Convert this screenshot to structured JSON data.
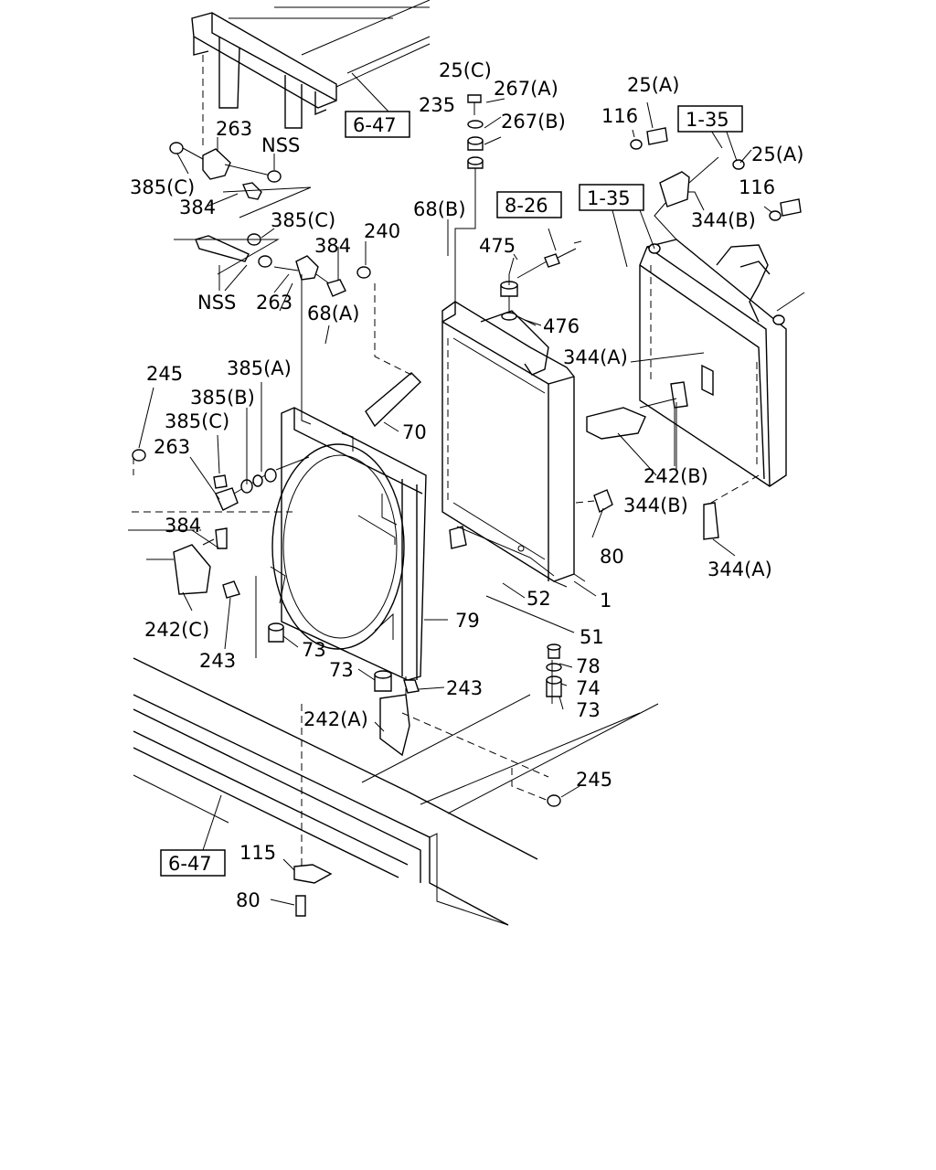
{
  "labels": [
    {
      "id": "p25c",
      "text": "25(C)"
    },
    {
      "id": "p267a",
      "text": "267(A)"
    },
    {
      "id": "p235",
      "text": "235"
    },
    {
      "id": "p267b",
      "text": "267(B)"
    },
    {
      "id": "p25a_1",
      "text": "25(A)"
    },
    {
      "id": "p116_1",
      "text": "116"
    },
    {
      "id": "p25a_2",
      "text": "25(A)"
    },
    {
      "id": "p116_2",
      "text": "116"
    },
    {
      "id": "p344b_1",
      "text": "344(B)"
    },
    {
      "id": "p263_1",
      "text": "263"
    },
    {
      "id": "pnss_1",
      "text": "NSS"
    },
    {
      "id": "p385c_1",
      "text": "385(C)"
    },
    {
      "id": "p384_1",
      "text": "384"
    },
    {
      "id": "p385c_2",
      "text": "385(C)"
    },
    {
      "id": "p240",
      "text": "240"
    },
    {
      "id": "p68b",
      "text": "68(B)"
    },
    {
      "id": "p475",
      "text": "475"
    },
    {
      "id": "p384_2",
      "text": "384"
    },
    {
      "id": "pnss_2",
      "text": "NSS"
    },
    {
      "id": "p263_2",
      "text": "263"
    },
    {
      "id": "p68a",
      "text": "68(A)"
    },
    {
      "id": "p476",
      "text": "476"
    },
    {
      "id": "p344a_1",
      "text": "344(A)"
    },
    {
      "id": "p245_1",
      "text": "245"
    },
    {
      "id": "p385a",
      "text": "385(A)"
    },
    {
      "id": "p385b",
      "text": "385(B)"
    },
    {
      "id": "p385c_3",
      "text": "385(C)"
    },
    {
      "id": "p263_3",
      "text": "263"
    },
    {
      "id": "p70",
      "text": "70"
    },
    {
      "id": "p242b",
      "text": "242(B)"
    },
    {
      "id": "p344b_2",
      "text": "344(B)"
    },
    {
      "id": "p384_3",
      "text": "384"
    },
    {
      "id": "p80_1",
      "text": "80"
    },
    {
      "id": "p344a_2",
      "text": "344(A)"
    },
    {
      "id": "p52",
      "text": "52"
    },
    {
      "id": "p1",
      "text": "1"
    },
    {
      "id": "p79",
      "text": "79"
    },
    {
      "id": "p51",
      "text": "51"
    },
    {
      "id": "p242c",
      "text": "242(C)"
    },
    {
      "id": "p73_1",
      "text": "73"
    },
    {
      "id": "p243_1",
      "text": "243"
    },
    {
      "id": "p78",
      "text": "78"
    },
    {
      "id": "p73_2",
      "text": "73"
    },
    {
      "id": "p243_2",
      "text": "243"
    },
    {
      "id": "p74",
      "text": "74"
    },
    {
      "id": "p73_3",
      "text": "73"
    },
    {
      "id": "p242a",
      "text": "242(A)"
    },
    {
      "id": "p245_2",
      "text": "245"
    },
    {
      "id": "p115",
      "text": "115"
    },
    {
      "id": "p80_2",
      "text": "80"
    }
  ],
  "references": [
    {
      "id": "ref647_top",
      "text": "6-47"
    },
    {
      "id": "ref135_right",
      "text": "1-35"
    },
    {
      "id": "ref826",
      "text": "8-26"
    },
    {
      "id": "ref135_mid",
      "text": "1-35"
    },
    {
      "id": "ref647_bottom",
      "text": "6-47"
    }
  ]
}
